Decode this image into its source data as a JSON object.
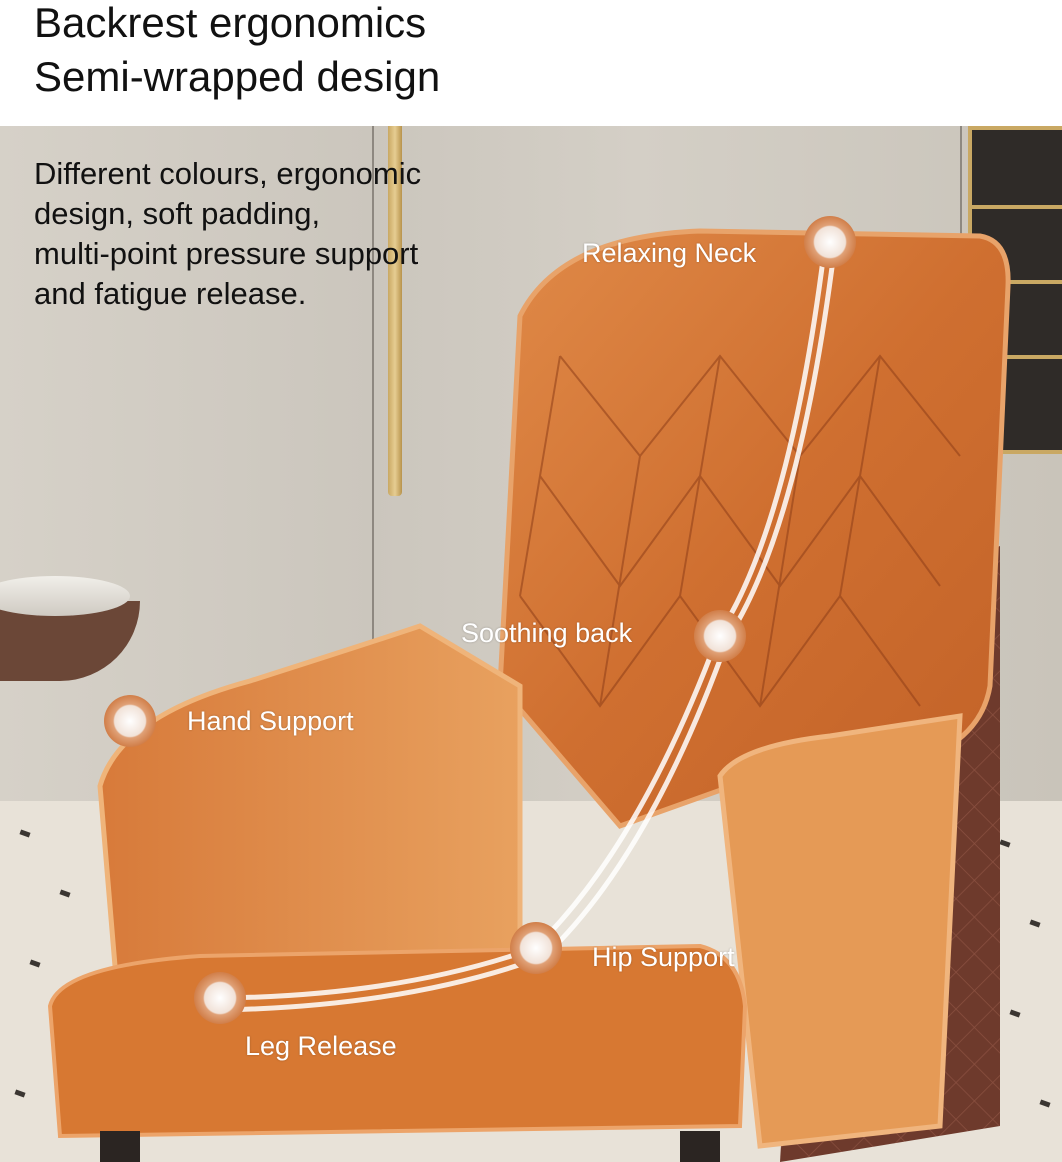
{
  "header": {
    "title_line1": "Backrest ergonomics",
    "title_line2": "Semi-wrapped design"
  },
  "intro": {
    "lines": [
      "Different colours, ergonomic",
      "design, soft padding,",
      "multi-point pressure support",
      "and fatigue release."
    ]
  },
  "callouts": [
    {
      "label": "Relaxing Neck"
    },
    {
      "label": "Soothing back"
    },
    {
      "label": "Hand Support"
    },
    {
      "label": "Hip Support"
    },
    {
      "label": "Leg Release"
    }
  ],
  "colors": {
    "chair_orange": "#d4773a",
    "chair_brown": "#6e3a2c",
    "wall": "#d1ccc3",
    "text_dark": "#111111",
    "label_white": "#ffffff"
  }
}
